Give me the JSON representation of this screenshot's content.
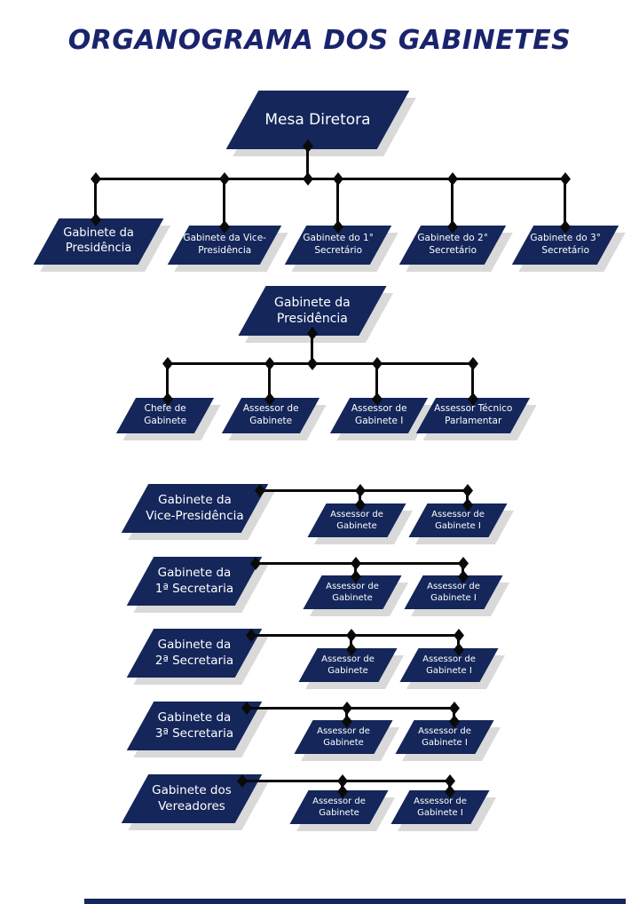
{
  "title": "ORGANOGRAMA DOS GABINETES",
  "colors": {
    "box": "#14265a",
    "title": "#1a246d",
    "shadow": "#d9d9d9",
    "connector": "#0a0a0a",
    "text": "#ffffff"
  },
  "nodes": {
    "mesa": "Mesa Diretora",
    "tier1": {
      "presidencia": "Gabinete da\nPresidência",
      "vice": "Gabinete da Vice-\nPresidência",
      "sec1": "Gabinete do 1°\nSecretário",
      "sec2": "Gabinete do 2°\nSecretário",
      "sec3": "Gabinete do 3°\nSecretário"
    },
    "presidencia_section": {
      "parent": "Gabinete da\nPresidência",
      "chefe": "Chefe de\nGabinete",
      "assessor": "Assessor de\nGabinete",
      "assessor1": "Assessor de\nGabinete I",
      "tecnico": "Assessor Técnico\nParlamentar"
    },
    "rows": [
      {
        "parent": "Gabinete da\nVice-Presidência",
        "c1": "Assessor de\nGabinete",
        "c2": "Assessor de\nGabinete I"
      },
      {
        "parent": "Gabinete da\n1ª Secretaria",
        "c1": "Assessor de\nGabinete",
        "c2": "Assessor de\nGabinete I"
      },
      {
        "parent": "Gabinete da\n2ª Secretaria",
        "c1": "Assessor de\nGabinete",
        "c2": "Assessor de\nGabinete I"
      },
      {
        "parent": "Gabinete da\n3ª Secretaria",
        "c1": "Assessor de\nGabinete",
        "c2": "Assessor de\nGabinete I"
      },
      {
        "parent": "Gabinete dos\nVereadores",
        "c1": "Assessor de\nGabinete",
        "c2": "Assessor de\nGabinete I"
      }
    ]
  }
}
